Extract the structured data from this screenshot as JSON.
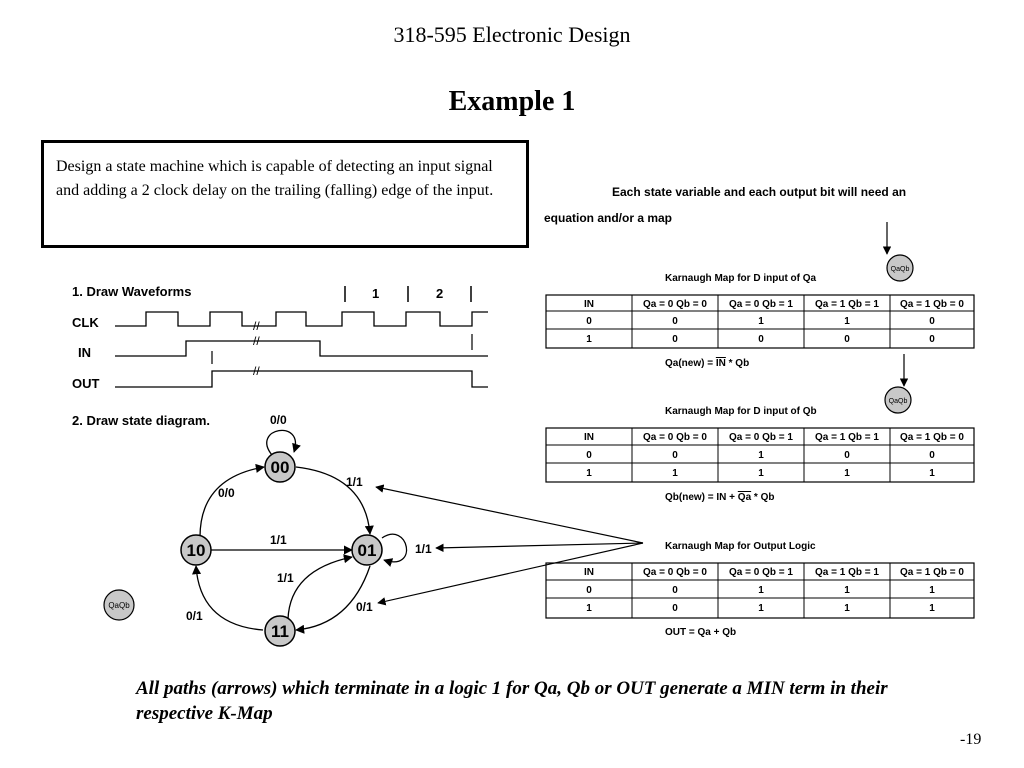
{
  "header": {
    "course": "318-595 Electronic Design",
    "title": "Example 1"
  },
  "problem": {
    "text": "Design a state machine which is capable of detecting an input signal and adding a 2 clock delay on the trailing (falling) edge of the input."
  },
  "waveforms": {
    "heading": "1. Draw Waveforms",
    "markers": [
      "1",
      "2"
    ],
    "signals": [
      "CLK",
      "IN",
      "OUT"
    ],
    "break_mark": "//"
  },
  "state_diagram": {
    "heading": "2. Draw state diagram.",
    "states": [
      "00",
      "01",
      "10",
      "11"
    ],
    "transitions": [
      {
        "from": "00",
        "to": "00",
        "label": "0/0"
      },
      {
        "from": "00",
        "to": "01",
        "label": "1/1"
      },
      {
        "from": "10",
        "to": "00",
        "label": "0/0"
      },
      {
        "from": "10",
        "to": "01",
        "label": "1/1"
      },
      {
        "from": "01",
        "to": "01",
        "label": "1/1"
      },
      {
        "from": "11",
        "to": "01",
        "label": "1/1"
      },
      {
        "from": "01",
        "to": "11",
        "label": "0/1"
      },
      {
        "from": "11",
        "to": "10",
        "label": "0/1"
      }
    ],
    "legend": "QaQb"
  },
  "kmaps": {
    "intro_line1": "Each state variable and each output bit will need an",
    "intro_line2": "equation and/or a map",
    "node_label": "QaQb",
    "headers": [
      "IN",
      "Qa = 0  Qb = 0",
      "Qa = 0  Qb = 1",
      "Qa = 1  Qb = 1",
      "Qa = 1  Qb = 0"
    ],
    "maps": [
      {
        "title": "Karnaugh Map for D input of Qa",
        "rows": [
          [
            "0",
            "0",
            "1",
            "1",
            "0"
          ],
          [
            "1",
            "0",
            "0",
            "0",
            "0"
          ]
        ],
        "eq_prefix": "Qa(new)  =  ",
        "eq_bar": "IN",
        "eq_suffix": "  * Qb"
      },
      {
        "title": "Karnaugh Map for D input of Qb",
        "rows": [
          [
            "0",
            "0",
            "1",
            "0",
            "0"
          ],
          [
            "1",
            "1",
            "1",
            "1",
            "1"
          ]
        ],
        "eq_prefix": "Qb(new)  =  IN   +   ",
        "eq_bar": "Qa",
        "eq_suffix": " * Qb"
      },
      {
        "title": "Karnaugh Map for Output Logic",
        "rows": [
          [
            "0",
            "0",
            "1",
            "1",
            "1"
          ],
          [
            "1",
            "0",
            "1",
            "1",
            "1"
          ]
        ],
        "eq_prefix": "OUT  =  Qa  + Qb",
        "eq_bar": "",
        "eq_suffix": ""
      }
    ]
  },
  "footer": {
    "note": "All paths (arrows) which terminate in a logic 1 for Qa, Qb or OUT generate a MIN term in their respective K-Map",
    "page": "-19"
  }
}
